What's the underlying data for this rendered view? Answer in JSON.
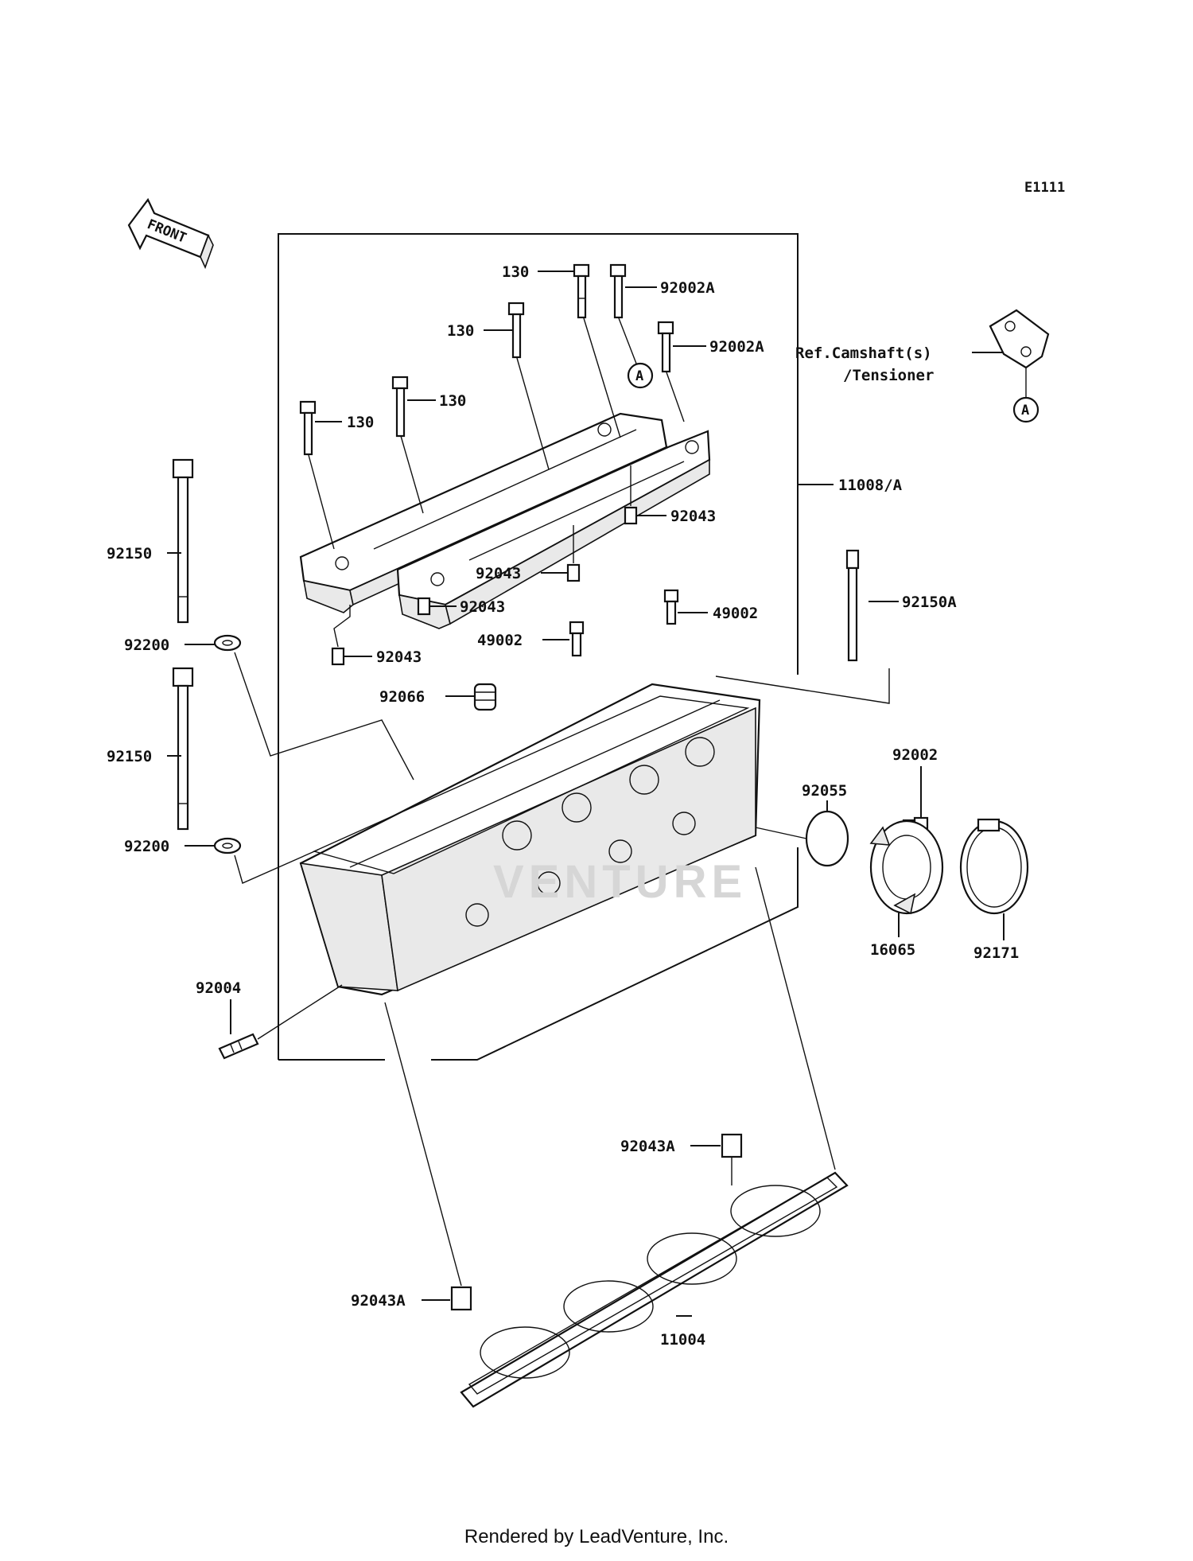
{
  "diagram_code": "E1111",
  "front_label": "FRONT",
  "ref_note": {
    "line1": "Ref.Camshaft(s)",
    "line2": "/Tensioner"
  },
  "ref_marker": "A",
  "watermark": "VENTURE",
  "footer": "Rendered by LeadVenture, Inc.",
  "parts": {
    "bolt_130_a": "130",
    "bolt_130_b": "130",
    "bolt_130_c": "130",
    "bolt_130_d": "130",
    "bolt_92002a_a": "92002A",
    "bolt_92002a_b": "92002A",
    "assembly_11008": "11008/A",
    "pin_92043_a": "92043",
    "pin_92043_b": "92043",
    "pin_92043_c": "92043",
    "pin_92043_d": "92043",
    "bolt_92150_a": "92150",
    "bolt_92150_b": "92150",
    "bolt_92150a": "92150A",
    "washer_92200_a": "92200",
    "washer_92200_b": "92200",
    "guide_49002_a": "49002",
    "guide_49002_b": "49002",
    "cap_92066": "92066",
    "oring_92055": "92055",
    "bolt_92002": "92002",
    "holder_16065": "16065",
    "clamp_92171": "92171",
    "stud_92004": "92004",
    "dowel_92043a_a": "92043A",
    "dowel_92043a_b": "92043A",
    "gasket_11004": "11004"
  }
}
